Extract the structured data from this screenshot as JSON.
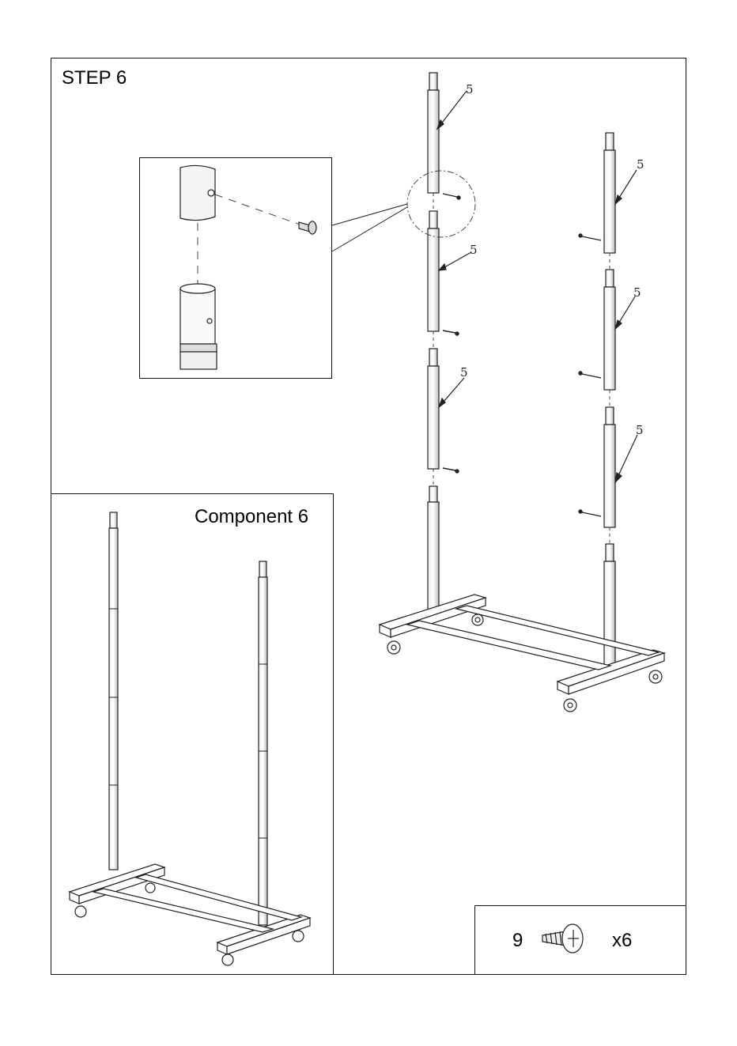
{
  "step": {
    "title": "STEP 6"
  },
  "component": {
    "title": "Component  6"
  },
  "part_label": "5",
  "hardware": {
    "number": "9",
    "quantity": "x6"
  }
}
